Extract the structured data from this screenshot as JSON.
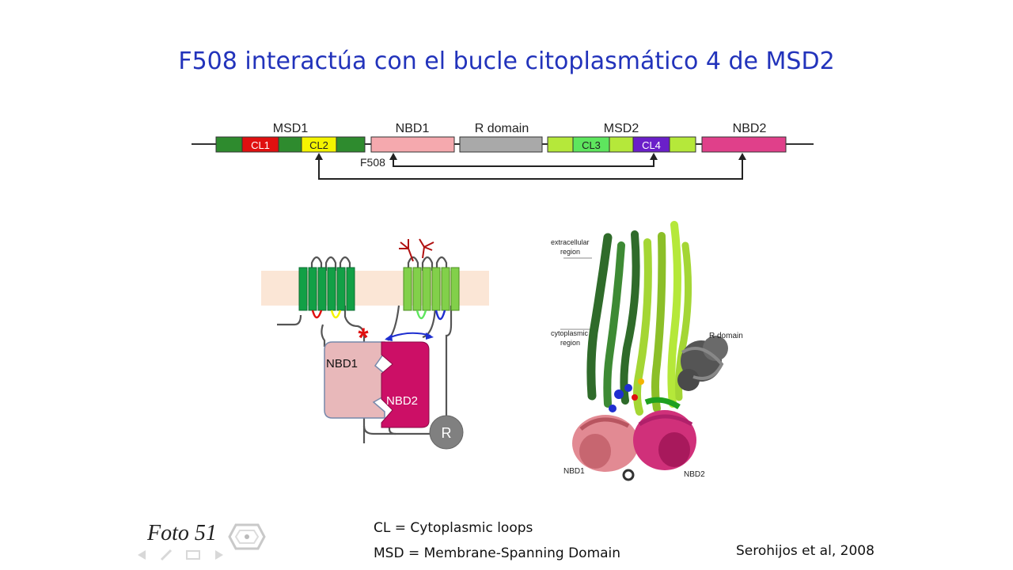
{
  "slide": {
    "title": "F508 interactúa con el bucle citoplasmático 4 de MSD2",
    "footnote_cl": "CL = Cytoplasmic loops",
    "footnote_msd": "MSD = Membrane-Spanning Domain",
    "citation": "Serohijos et al, 2008",
    "watermark": "Foto 51"
  },
  "domain_map": {
    "msd1": "MSD1",
    "cl1": "CL1",
    "cl2": "CL2",
    "nbd1": "NBD1",
    "r_domain": "R domain",
    "msd2": "MSD2",
    "cl3": "CL3",
    "cl4": "CL4",
    "nbd2": "NBD2",
    "f508": "F508"
  },
  "topology": {
    "nbd1": "NBD1",
    "nbd2": "NBD2",
    "r": "R"
  },
  "structure": {
    "extracellular": [
      "extracellular",
      "region"
    ],
    "cytoplasmic": [
      "cytoplasmic",
      "region"
    ],
    "r_domain": "R domain",
    "nbd1": "NBD1",
    "nbd2": "NBD2"
  },
  "colors": {
    "title": "#2233bb",
    "msd_dark_green": "#2e8b2e",
    "cl1_red": "#e01010",
    "cl2_yellow": "#f4f400",
    "nbd1_pink": "#f5a9ae",
    "r_gray": "#a9a9a9",
    "msd2_lime": "#b5e83a",
    "cl3_green": "#5ee65e",
    "cl4_purple": "#6a1fc9",
    "nbd2_magenta": "#e0408a",
    "membrane": "#fbe6d6",
    "nbd1_topology": "#e8b8ba",
    "nbd2_topology": "#cc0f66",
    "asterisk_red": "#e01010",
    "arrow_blue": "#1f2fd0"
  }
}
